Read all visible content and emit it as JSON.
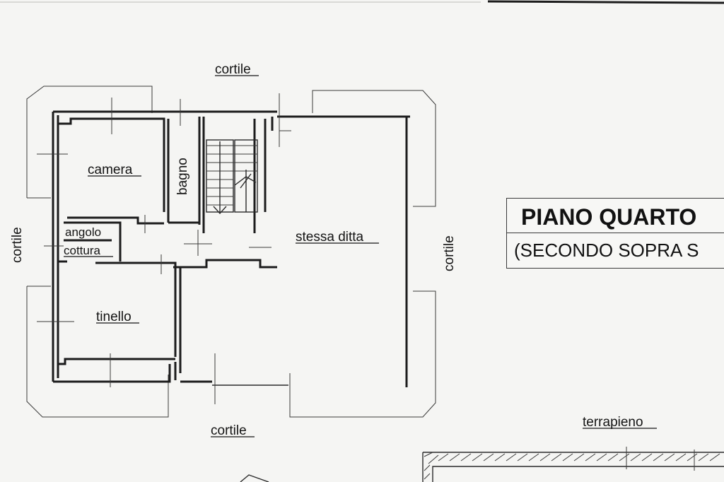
{
  "plan": {
    "labels": {
      "cortile_top": "cortile",
      "cortile_bottom": "cortile",
      "cortile_left": "cortile",
      "cortile_right": "cortile",
      "camera": "camera",
      "bagno": "bagno",
      "angolo": "angolo",
      "cottura": "cottura",
      "tinello": "tinello",
      "stessa_ditta": "stessa ditta",
      "terrapieno": "terrapieno"
    },
    "title": {
      "main": "PIANO QUARTO",
      "sub": "(SECONDO SOPRA S"
    }
  },
  "colors": {
    "ink": "#1c1c1c",
    "paper": "#f5f5f3"
  }
}
